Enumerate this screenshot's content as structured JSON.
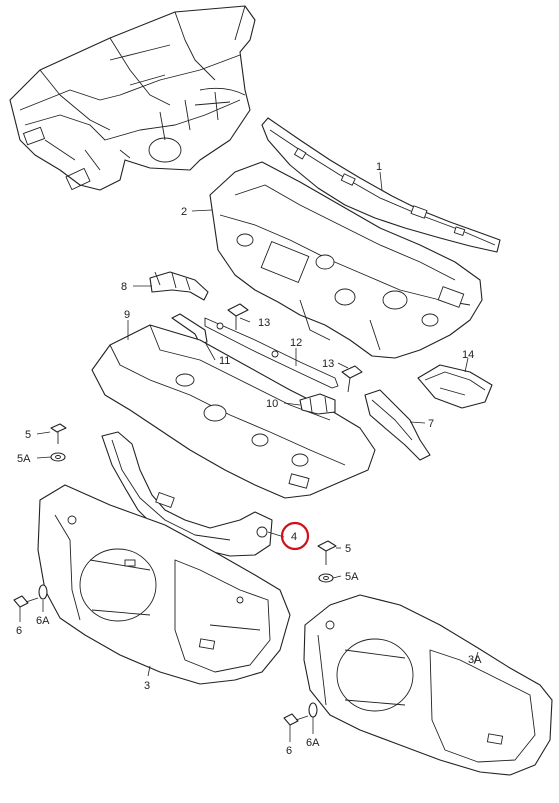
{
  "diagram": {
    "callouts": {
      "p1": "1",
      "p2": "2",
      "p3": "3",
      "p3a": "3A",
      "p4": "4",
      "p5_left": "5",
      "p5a_left": "5A",
      "p5_right": "5",
      "p5a_right": "5A",
      "p6_left": "6",
      "p6a_left": "6A",
      "p6_right": "6",
      "p6a_right": "6A",
      "p7": "7",
      "p8": "8",
      "p9": "9",
      "p10": "10",
      "p11": "11",
      "p12": "12",
      "p13_top": "13",
      "p13_mid": "13",
      "p14": "14"
    },
    "highlight_color": "#d0101a",
    "line_color": "#222222"
  }
}
